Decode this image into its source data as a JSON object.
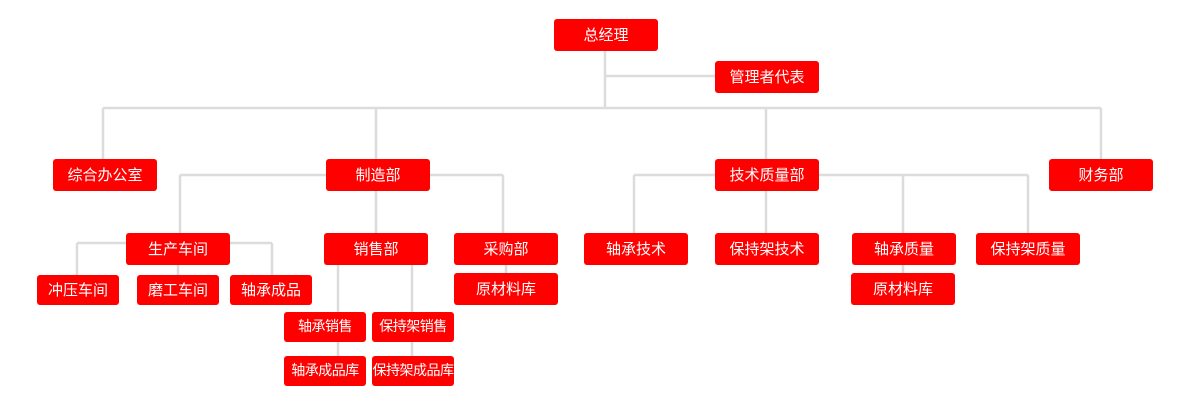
{
  "colors": {
    "node_fill": "#ff0000",
    "node_text": "#ffffff",
    "connector": "#dcdcdc"
  },
  "nodes": {
    "ceo": "总经理",
    "mgmt_rep": "管理者代表",
    "general_office": "综合办公室",
    "manufacturing": "制造部",
    "tech_quality": "技术质量部",
    "finance": "财务部",
    "production_workshop": "生产车间",
    "sales": "销售部",
    "purchasing": "采购部",
    "stamping_workshop": "冲压车间",
    "grinding_workshop": "磨工车间",
    "bearing_finished": "轴承成品",
    "bearing_sales": "轴承销售",
    "cage_sales": "保持架销售",
    "bearing_finished_store": "轴承成品库",
    "cage_finished_store": "保持架成品库",
    "raw_material_store_purchasing": "原材料库",
    "bearing_tech": "轴承技术",
    "cage_tech": "保持架技术",
    "bearing_quality": "轴承质量",
    "cage_quality": "保持架质量",
    "raw_material_store_quality": "原材料库"
  }
}
